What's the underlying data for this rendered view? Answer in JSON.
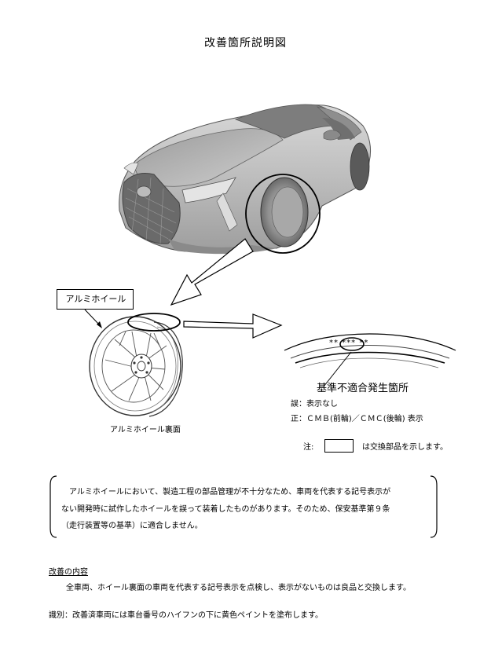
{
  "title": "改善箇所説明図",
  "callout": {
    "wheel_label": "アルミホイール",
    "wheel_back_caption": "アルミホイール裏面"
  },
  "marking": {
    "pattern": "** *** **",
    "nonconformity_title": "基準不適合発生箇所",
    "wrong": "誤：表示なし",
    "right": "正：ＣＭＢ(前輪)／ＣＭＣ(後輪) 表示"
  },
  "note": {
    "label": "注:",
    "text": "は交換部品を示します。"
  },
  "description": {
    "lines": [
      "　アルミホイールにおいて、製造工程の部品管理が不十分なため、車両を代表する記号表示が",
      "ない開発時に試作したホイールを誤って装着したものがあります。そのため、保安基準第９条",
      "（走行装置等の基準）に適合しません。"
    ]
  },
  "improvement": {
    "heading": "改善の内容",
    "text": "全車両、ホイール裏面の車両を代表する記号表示を点検し、表示がないものは良品と交換します。"
  },
  "identification": {
    "text": "識別：改善済車両には車台番号のハイフンの下に黄色ペイントを塗布します。"
  }
}
